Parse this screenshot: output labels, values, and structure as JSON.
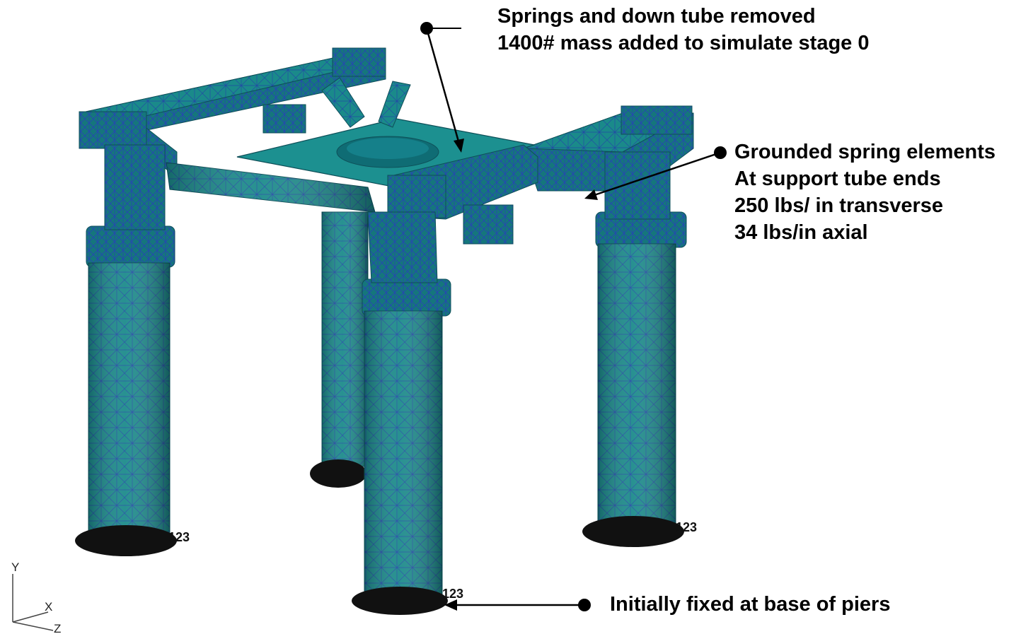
{
  "annotations": {
    "top": {
      "line1": "Springs and down tube removed",
      "line2": "1400# mass added to simulate stage 0"
    },
    "right": {
      "line1": "Grounded spring elements",
      "line2": "At support tube ends",
      "line3": "250 lbs/ in transverse",
      "line4": "34 lbs/in axial"
    },
    "bottom": {
      "line1": "Initially fixed at base of piers"
    }
  },
  "node_labels": {
    "left_pier": "123",
    "right_pier": "123",
    "front_pier": "123"
  },
  "triad": {
    "y": "Y",
    "x": "X",
    "z": "Z"
  },
  "colors": {
    "mesh_fill": "#1a8a8a",
    "mesh_dark": "#0f6670",
    "mesh_line": "#1f2aa8",
    "base_pad": "#111111",
    "text": "#000000"
  },
  "icons": {
    "leader_dot": "filled-circle",
    "model": "finite-element-mesh-structure"
  }
}
